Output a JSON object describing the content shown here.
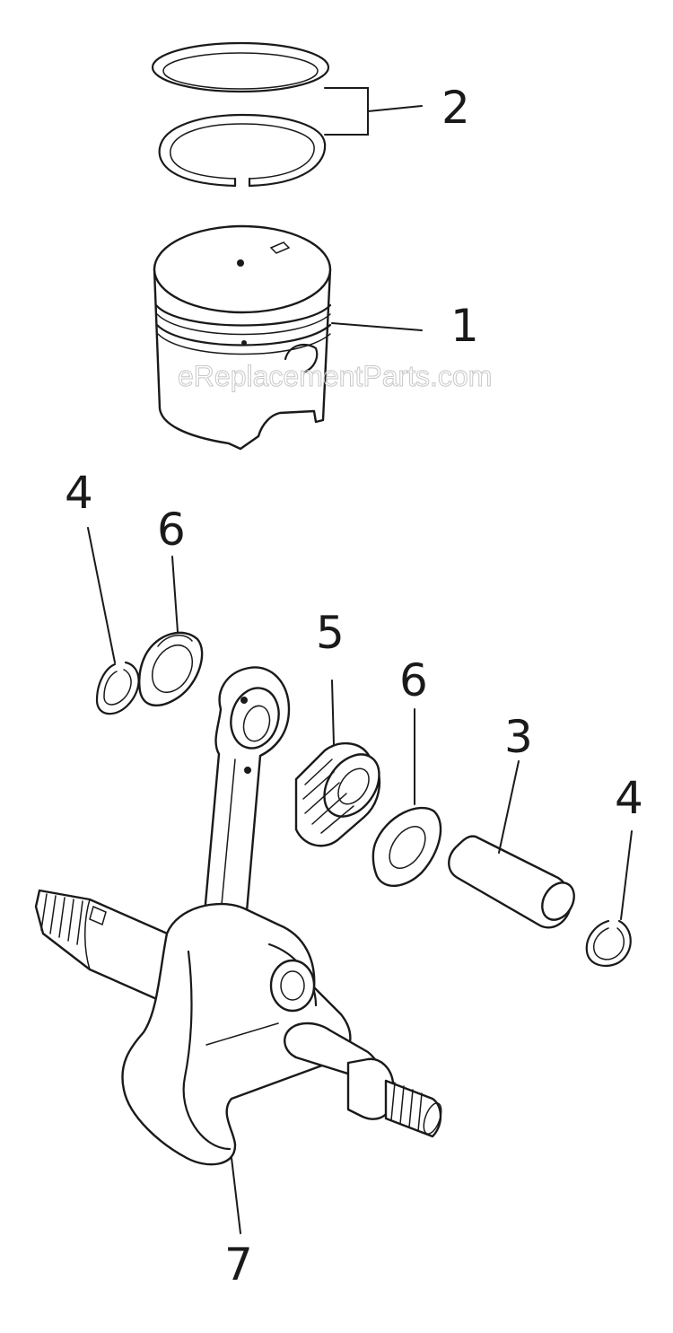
{
  "watermark": "eReplacementParts.com",
  "callouts": {
    "piston": "1",
    "piston_rings": "2",
    "piston_pin": "3",
    "circlip_left": "4",
    "circlip_right": "4",
    "needle_bearing": "5",
    "washer_left": "6",
    "washer_right": "6",
    "crankshaft": "7"
  }
}
